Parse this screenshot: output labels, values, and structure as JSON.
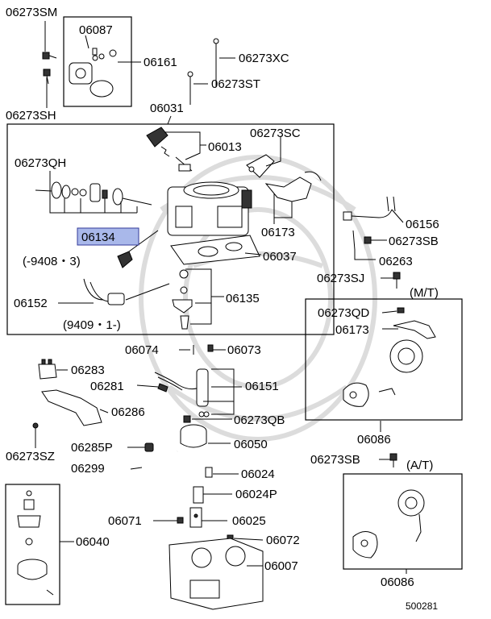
{
  "parts": {
    "p06273SM": "06273SM",
    "p06087": "06087",
    "p06161": "06161",
    "p06273SH": "06273SH",
    "p06273XC": "06273XC",
    "p06273ST": "06273ST",
    "p06031": "06031",
    "p06013": "06013",
    "p06273SC": "06273SC",
    "p06273QH": "06273QH",
    "p06134": "06134",
    "p06173_main": "06173",
    "p06156": "06156",
    "p06273SB_top": "06273SB",
    "p06037": "06037",
    "p06263": "06263",
    "p06273SJ": "06273SJ",
    "p06152": "06152",
    "p06135": "06135",
    "p06273QD": "06273QD",
    "p06173_mt": "06173",
    "p06074": "06074",
    "p06073": "06073",
    "p06283": "06283",
    "p06281": "06281",
    "p06151": "06151",
    "p06286": "06286",
    "p06273QB": "06273QB",
    "p06086_mt": "06086",
    "p06273SZ": "06273SZ",
    "p06285P": "06285P",
    "p06050": "06050",
    "p06273SB_bot": "06273SB",
    "p06299": "06299",
    "p06024": "06024",
    "p06024P": "06024P",
    "p06071": "06071",
    "p06025": "06025",
    "p06040": "06040",
    "p06072": "06072",
    "p06007": "06007",
    "p06086_at": "06086"
  },
  "notes": {
    "date_until": "(-9408・3)",
    "date_from": "(9409・1-)",
    "mt": "(M/T)",
    "at": "(A/T)",
    "diagram_no": "500281"
  },
  "highlight_color": "#a9b8ea"
}
